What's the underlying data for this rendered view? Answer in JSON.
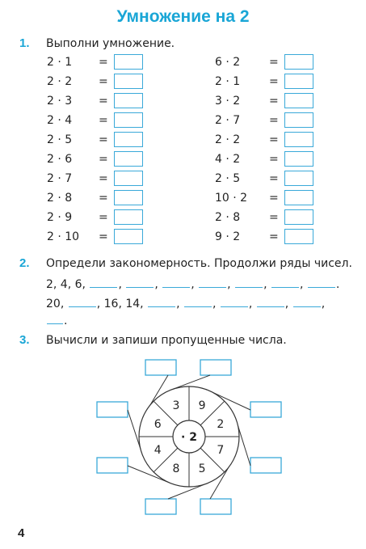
{
  "title": "Умножение на 2",
  "task1": {
    "number": "1.",
    "instruction": "Выполни умножение.",
    "equals": "=",
    "left": [
      "2 · 1",
      "2 · 2",
      "2 · 3",
      "2 · 4",
      "2 · 5",
      "2 · 6",
      "2 · 7",
      "2 · 8",
      "2 · 9",
      "2 · 10"
    ],
    "right": [
      "6 · 2",
      "2 · 1",
      "3 · 2",
      "2 · 7",
      "2 · 2",
      "4 · 2",
      "2 · 5",
      "10 · 2",
      "2 · 8",
      "9 · 2"
    ]
  },
  "task2": {
    "number": "2.",
    "instruction": "Определи закономерность. Продолжи ряды чисел.",
    "row1_given": "2, 4, 6,",
    "row2_start": "20,",
    "row2_mid": "16, 14,",
    "comma": ",",
    "period": "."
  },
  "task3": {
    "number": "3.",
    "instruction": "Вычисли и запиши пропущенные числа.",
    "center": "· 2",
    "segments": [
      "9",
      "2",
      "7",
      "5",
      "8",
      "4",
      "6",
      "3"
    ]
  },
  "page_number": "4",
  "colors": {
    "accent": "#1aa6d6",
    "box_border": "#3aa9d9",
    "text": "#222222"
  }
}
